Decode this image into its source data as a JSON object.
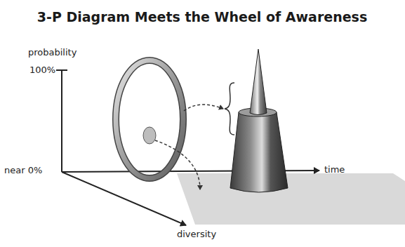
{
  "diagram": {
    "title": "3-P Diagram Meets the Wheel of Awareness",
    "labels": [
      "probability",
      "100%",
      "near 0%",
      "time",
      "diversity"
    ]
  }
}
